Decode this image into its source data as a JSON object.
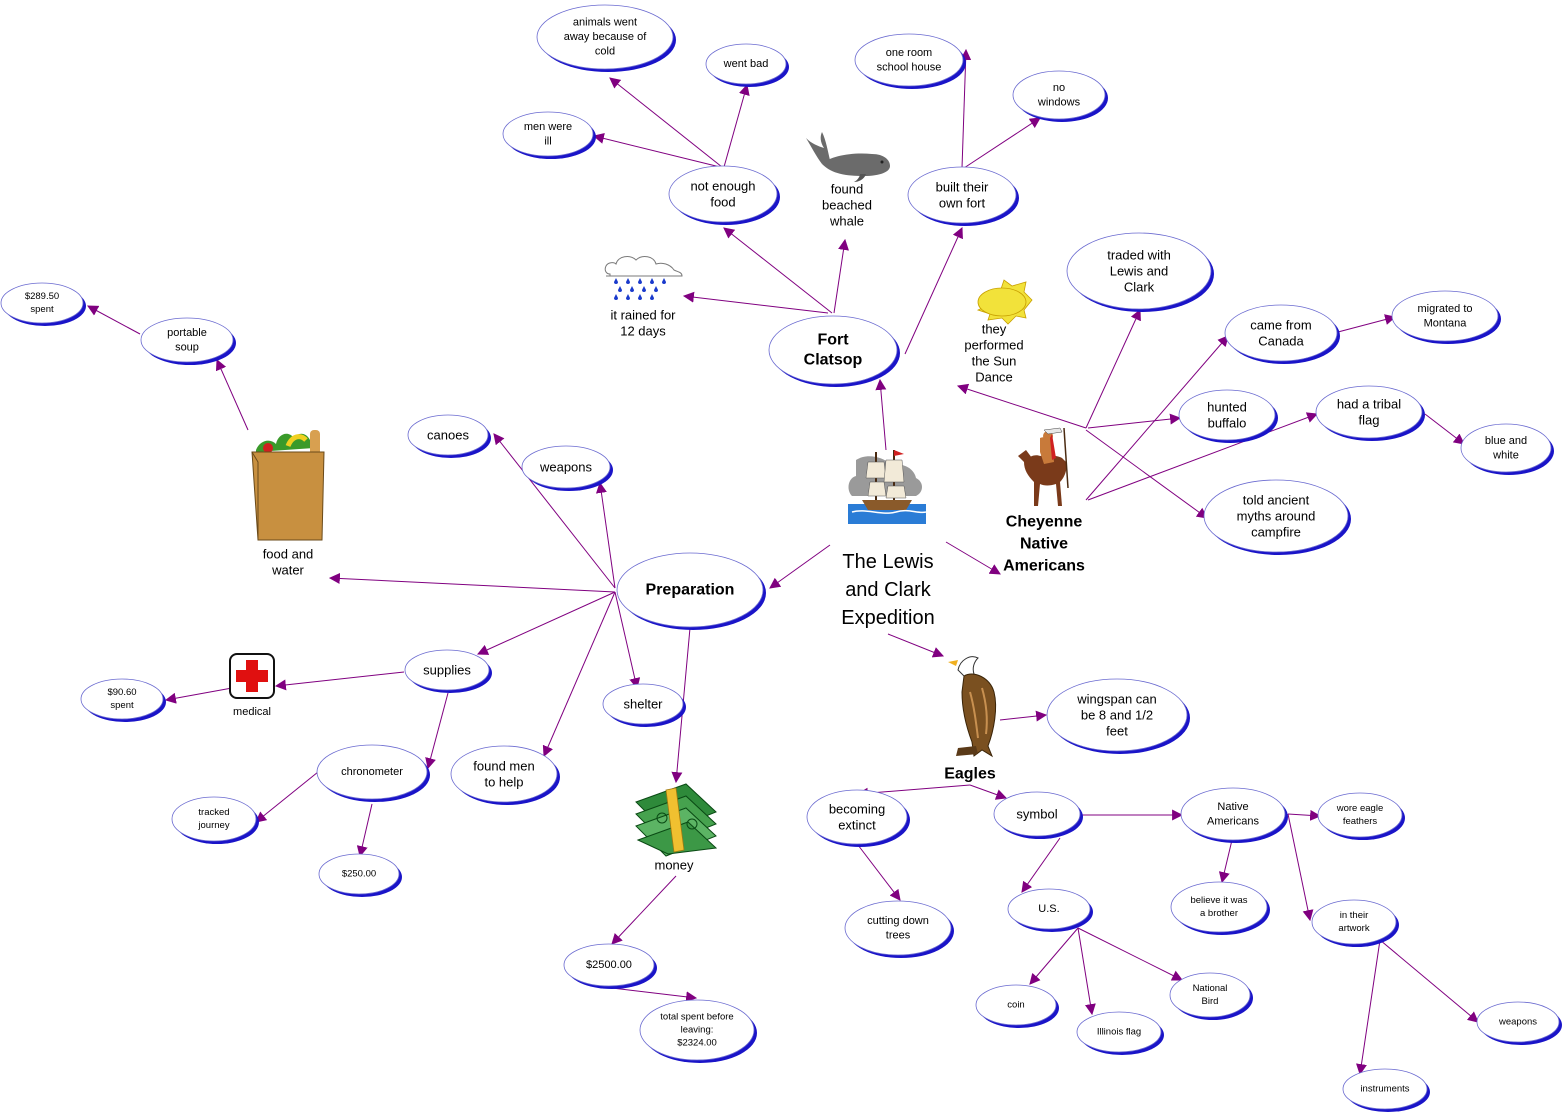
{
  "diagram": {
    "center": {
      "lines": [
        "The Lewis",
        "and Clark",
        "Expedition"
      ],
      "icon": "sailing-ship-icon"
    },
    "fort_clatsop": {
      "label": [
        "Fort",
        "Clatsop"
      ],
      "not_enough_food": [
        "not enough",
        "food"
      ],
      "animals_went_away": [
        "animals went",
        "away because of",
        "cold"
      ],
      "went_bad": [
        "went bad"
      ],
      "men_were_ill": [
        "men were",
        "ill"
      ],
      "found_beached_whale": [
        "found",
        "beached",
        "whale"
      ],
      "built_their_own_fort": [
        "built their",
        "own fort"
      ],
      "one_room_school_house": [
        "one room",
        "school house"
      ],
      "no_windows": [
        "no",
        "windows"
      ],
      "it_rained": [
        "it rained for",
        "12 days"
      ]
    },
    "cheyenne": {
      "label": [
        "Cheyenne",
        "Native",
        "Americans"
      ],
      "traded": [
        "traded with",
        "Lewis and",
        "Clark"
      ],
      "came_from_canada": [
        "came from",
        "Canada"
      ],
      "migrated_to_montana": [
        "migrated to",
        "Montana"
      ],
      "hunted_buffalo": [
        "hunted",
        "buffalo"
      ],
      "had_a_tribal_flag": [
        "had a tribal",
        "flag"
      ],
      "blue_and_white": [
        "blue and",
        "white"
      ],
      "told_ancient_myths": [
        "told ancient",
        "myths around",
        "campfire"
      ],
      "sun_dance": [
        "they",
        "performed",
        "the Sun",
        "Dance"
      ]
    },
    "preparation": {
      "label": [
        "Preparation"
      ],
      "canoes": [
        "canoes"
      ],
      "weapons": [
        "weapons"
      ],
      "food_and_water": [
        "food and",
        "water"
      ],
      "portable_soup": [
        "portable",
        "soup"
      ],
      "soup_spent": [
        "$289.50",
        "spent"
      ],
      "supplies": [
        "supplies"
      ],
      "medical": [
        "medical"
      ],
      "medical_spent": [
        "$90.60",
        "spent"
      ],
      "chronometer": [
        "chronometer"
      ],
      "tracked_journey": [
        "tracked",
        "journey"
      ],
      "chronometer_cost": [
        "$250.00"
      ],
      "found_men": [
        "found men",
        "to help"
      ],
      "shelter": [
        "shelter"
      ],
      "money": [
        "money"
      ],
      "money_amount": [
        "$2500.00"
      ],
      "total_spent": [
        "total spent before",
        "leaving:",
        "$2324.00"
      ]
    },
    "eagles": {
      "label": [
        "Eagles"
      ],
      "wingspan": [
        "wingspan can",
        "be 8 and 1/2",
        "feet"
      ],
      "becoming_extinct": [
        "becoming",
        "extinct"
      ],
      "cutting_down_trees": [
        "cutting down",
        "trees"
      ],
      "symbol": [
        "symbol"
      ],
      "native_americans": [
        "Native",
        "Americans"
      ],
      "wore_eagle_feathers": [
        "wore eagle",
        "feathers"
      ],
      "believe_brother": [
        "believe it was",
        "a brother"
      ],
      "in_their_artwork": [
        "in their",
        "artwork"
      ],
      "weapons": [
        "weapons"
      ],
      "instruments": [
        "instruments"
      ],
      "us": [
        "U.S."
      ],
      "coin": [
        "coin"
      ],
      "illinois_flag": [
        "Illinois flag"
      ],
      "national_bird": [
        "National",
        "Bird"
      ]
    }
  },
  "icons": {
    "whale": "whale-icon",
    "rain_cloud": "rain-cloud-icon",
    "sun": "sun-icon",
    "rider": "native-rider-icon",
    "grocery_bag": "grocery-bag-icon",
    "first_aid": "first-aid-icon",
    "money": "money-stack-icon",
    "eagle": "eagle-icon"
  },
  "colors": {
    "link": "#800080",
    "node_shadow": "#1a14c8",
    "node_face": "#ffffff"
  }
}
